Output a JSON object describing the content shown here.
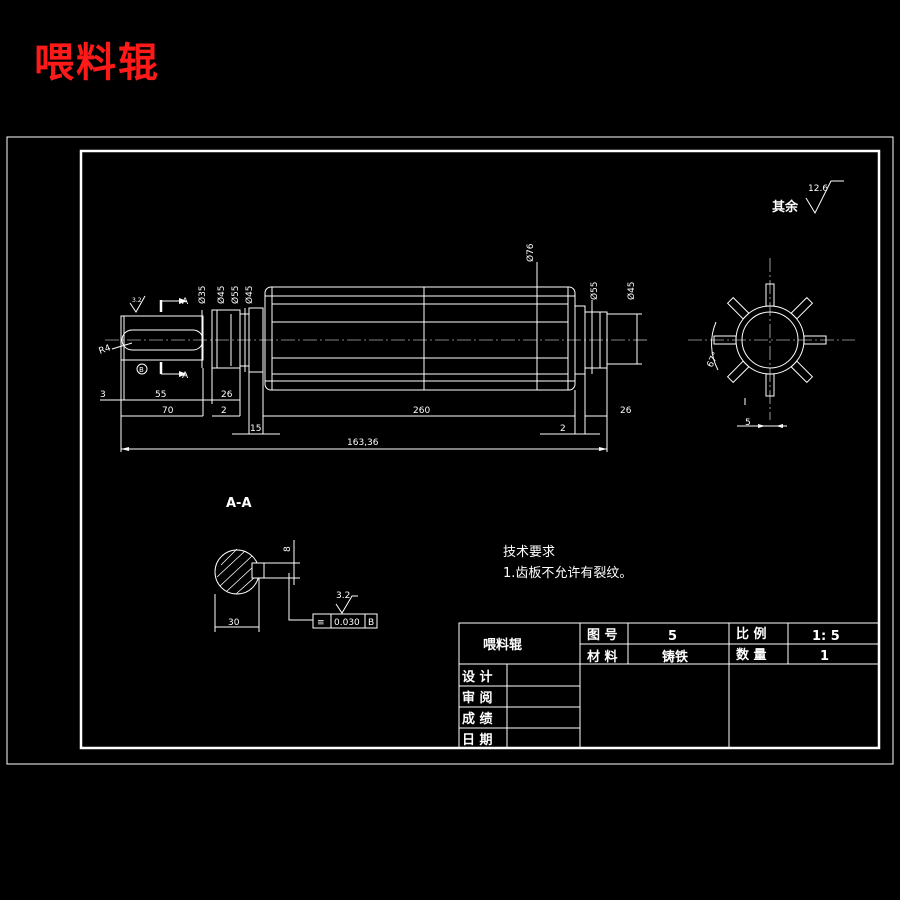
{
  "title": "喂料辊",
  "roughness": {
    "label": "其余",
    "value": "12.6"
  },
  "main_view": {
    "diameters": [
      "Ø35",
      "Ø45",
      "Ø55",
      "Ø45",
      "Ø76",
      "Ø55",
      "Ø45"
    ],
    "section_marker": "A",
    "fillet_label": "R4",
    "small_roughness": "3.2",
    "datum_marker": "B",
    "lengths": {
      "d3": "3",
      "d55": "55",
      "d70": "70",
      "d26a": "26",
      "d2a": "2",
      "d15": "15",
      "d260": "260",
      "d2b": "2",
      "d26b": "26",
      "total": "163,36"
    }
  },
  "side_view": {
    "angle": "67°",
    "width": "5"
  },
  "section": {
    "label": "A-A",
    "keyway_depth": "8",
    "diameter": "30",
    "roughness": "3.2",
    "tolerance_symbol": "≡",
    "tolerance_value": "0.030",
    "datum": "B"
  },
  "tech_requirements": {
    "heading": "技术要求",
    "items": [
      "1.齿板不允许有裂纹。"
    ]
  },
  "title_block": {
    "name": "喂料辊",
    "drawing_no_label": "图 号",
    "drawing_no": "5",
    "scale_label": "比 例",
    "scale": "1: 5",
    "material_label": "材 料",
    "material": "铸铁",
    "quantity_label": "数 量",
    "quantity": "1",
    "rows": [
      "设 计",
      "审 阅",
      "成 绩",
      "日 期"
    ]
  }
}
